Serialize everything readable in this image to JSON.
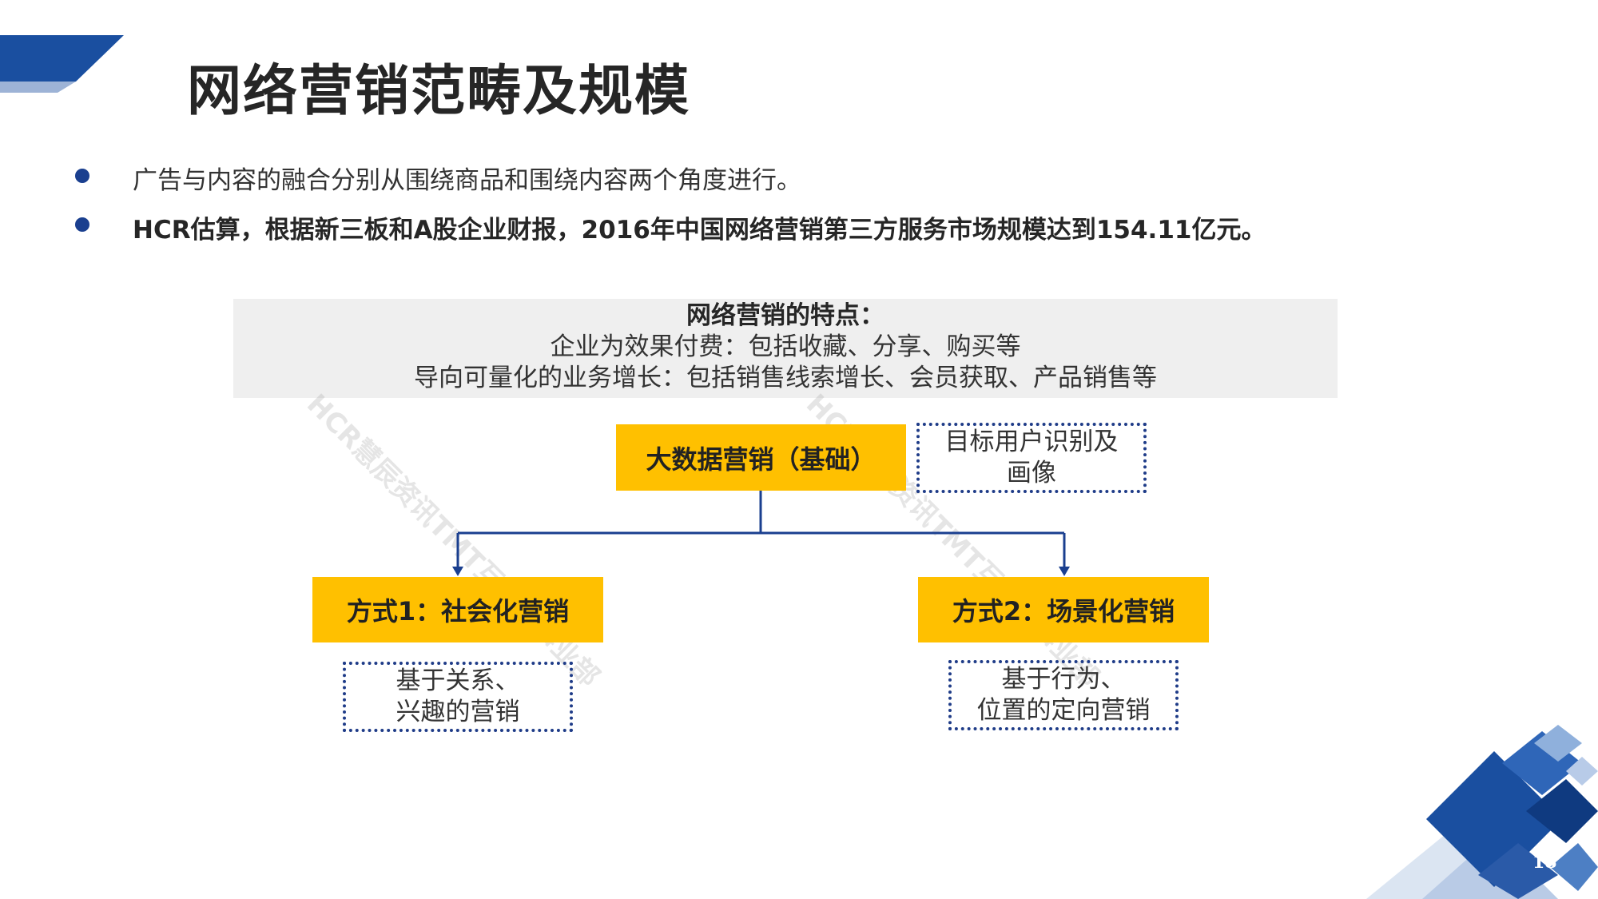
{
  "slide": {
    "title": "网络营销范畴及规模",
    "bullets": [
      "广告与内容的融合分别从围绕商品和围绕内容两个角度进行。",
      "HCR估算，根据新三板和A股企业财报，2016年中国网络营销第三方服务市场规模达到154.11亿元。"
    ],
    "features": {
      "heading": "网络营销的特点：",
      "lines": [
        "企业为效果付费：包括收藏、分享、购买等",
        "导向可量化的业务增长：包括销售线索增长、会员获取、产品销售等"
      ]
    },
    "diagram": {
      "root": "大数据营销（基础）",
      "root_note": [
        "目标用户识别及",
        "画像"
      ],
      "method1": "方式1：社会化营销",
      "method1_note": [
        "基于关系、",
        "兴趣的营销"
      ],
      "method2": "方式2：场景化营销",
      "method2_note": [
        "基于行为、",
        "位置的定向营销"
      ]
    },
    "watermark": "HCR慧辰资讯TMT互联网事业部",
    "page_number": "18"
  },
  "colors": {
    "accent_blue": "#1a3f8f",
    "box_yellow": "#ffc000",
    "panel_gray": "#efefef",
    "dotted_border": "#1f3c88"
  },
  "icons": [
    "bullet-dot",
    "arrow-down",
    "diamond-decoration"
  ]
}
